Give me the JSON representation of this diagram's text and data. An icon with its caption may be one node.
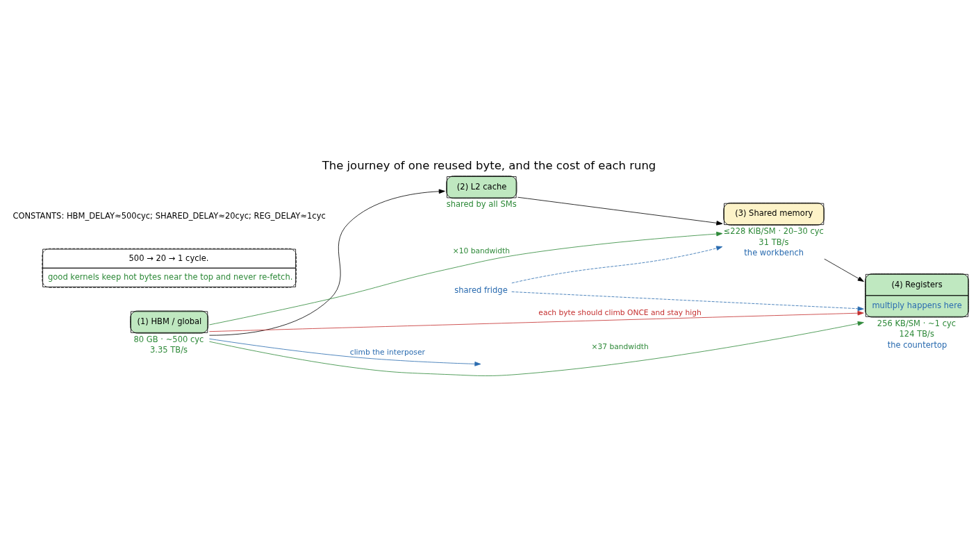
{
  "diagram": {
    "title": "The journey of one reused byte, and the cost of each rung",
    "nodes": [
      {
        "text": [
          "(1) HBM / global"
        ],
        "beside": [
          "80 GB · ~500 cyc",
          "3.35 TB/s"
        ]
      },
      {
        "text": [
          "(2) L2 cache"
        ],
        "beside": [
          "shared by all SMs"
        ]
      },
      {
        "text": [
          "(3) Shared memory"
        ],
        "beside": [
          "≤228 KiB/SM · 20–30 cyc",
          "31 TB/s",
          "the workbench"
        ]
      },
      {
        "text": [
          "(4) Registers",
          "multiply happens here"
        ],
        "beside": [
          "256 KB/SM · ~1 cyc",
          "124 TB/s",
          "the countertop"
        ]
      },
      {
        "text": [
          "shared fridge"
        ]
      },
      {
        "text": [
          "500 → 20 → 1 cycle.",
          "good kernels keep hot bytes near the top and never re-fetch."
        ]
      }
    ],
    "edges": [
      {
        "from": 0,
        "to": 1,
        "arrow": "to"
      },
      {
        "from": 1,
        "to": 2,
        "arrow": "to"
      },
      {
        "from": 2,
        "to": 3,
        "arrow": "to"
      },
      {
        "from": 0,
        "to": null,
        "arrow": "to",
        "label": "climb the interposer",
        "color": "#2b6cb0"
      },
      {
        "from": 0,
        "to": 3,
        "arrow": "to",
        "label": "each byte should climb ONCE and stay high",
        "color": "#c53030"
      },
      {
        "from": 0,
        "to": 2,
        "arrow": "to",
        "label": "×10 bandwidth",
        "color": "#2f8a3a"
      },
      {
        "from": 0,
        "to": 3,
        "arrow": "to",
        "label": "×37 bandwidth",
        "color": "#2f8a3a"
      },
      {
        "from": 4,
        "to": 2,
        "arrow": "to",
        "style": "dashed",
        "color": "#2b6cb0"
      },
      {
        "from": 4,
        "to": 3,
        "arrow": "to",
        "style": "dashed",
        "color": "#2b6cb0"
      }
    ],
    "labels": [
      "CONSTANTS: HBM_DELAY≈500cyc; SHARED_DELAY≈20cyc; REG_DELAY≈1cyc"
    ]
  }
}
